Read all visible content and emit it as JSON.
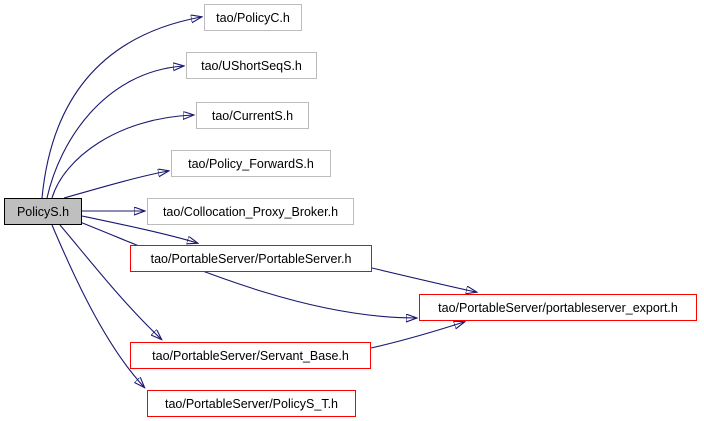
{
  "diagram": {
    "kind": "include-dependency-graph",
    "root_file": "PolicyS.h",
    "colors": {
      "edge": "#191970",
      "text": "#000000",
      "background": "#ffffff",
      "main_node_fill": "#bfbfbf",
      "main_node_border": "#000000",
      "normal_node_border": "#bcbcbc",
      "highlight_node_border": "#ff0000"
    },
    "nodes": [
      {
        "label": "PolicyS.h",
        "style": "main"
      },
      {
        "label": "tao/PolicyC.h",
        "style": "normal"
      },
      {
        "label": "tao/UShortSeqS.h",
        "style": "normal"
      },
      {
        "label": "tao/CurrentS.h",
        "style": "normal"
      },
      {
        "label": "tao/Policy_ForwardS.h",
        "style": "normal"
      },
      {
        "label": "tao/Collocation_Proxy_Broker.h",
        "style": "normal"
      },
      {
        "label": "tao/PortableServer/PortableServer.h",
        "style": "highlight"
      },
      {
        "label": "tao/PortableServer/portableserver_export.h",
        "style": "highlight"
      },
      {
        "label": "tao/PortableServer/Servant_Base.h",
        "style": "highlight"
      },
      {
        "label": "tao/PortableServer/PolicyS_T.h",
        "style": "highlight"
      }
    ],
    "edges": [
      {
        "from": "PolicyS.h",
        "to": "tao/PolicyC.h"
      },
      {
        "from": "PolicyS.h",
        "to": "tao/UShortSeqS.h"
      },
      {
        "from": "PolicyS.h",
        "to": "tao/CurrentS.h"
      },
      {
        "from": "PolicyS.h",
        "to": "tao/Policy_ForwardS.h"
      },
      {
        "from": "PolicyS.h",
        "to": "tao/Collocation_Proxy_Broker.h"
      },
      {
        "from": "PolicyS.h",
        "to": "tao/PortableServer/PortableServer.h"
      },
      {
        "from": "PolicyS.h",
        "to": "tao/PortableServer/portableserver_export.h"
      },
      {
        "from": "PolicyS.h",
        "to": "tao/PortableServer/Servant_Base.h"
      },
      {
        "from": "PolicyS.h",
        "to": "tao/PortableServer/PolicyS_T.h"
      },
      {
        "from": "tao/PortableServer/PortableServer.h",
        "to": "tao/PortableServer/portableserver_export.h"
      },
      {
        "from": "tao/PortableServer/Servant_Base.h",
        "to": "tao/PortableServer/portableserver_export.h"
      }
    ]
  }
}
